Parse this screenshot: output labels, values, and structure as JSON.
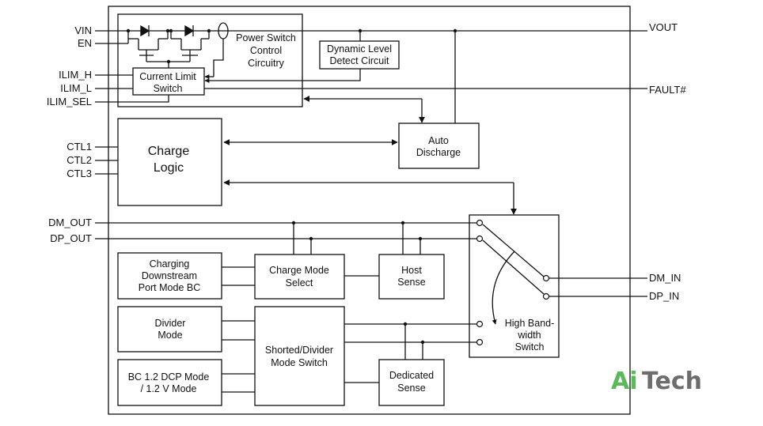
{
  "pins_left": {
    "vin": "VIN",
    "en": "EN",
    "ilim_h": "ILIM_H",
    "ilim_l": "ILIM_L",
    "ilim_sel": "ILIM_SEL",
    "ctl1": "CTL1",
    "ctl2": "CTL2",
    "ctl3": "CTL3",
    "dm_out": "DM_OUT",
    "dp_out": "DP_OUT"
  },
  "pins_right": {
    "vout": "VOUT",
    "fault": "FAULT#",
    "dm_in": "DM_IN",
    "dp_in": "DP_IN"
  },
  "blocks": {
    "power_switch": [
      "Power Switch",
      "Control",
      "Circuitry"
    ],
    "current_limit": [
      "Current Limit",
      "Switch"
    ],
    "dynamic_level": [
      "Dynamic Level",
      "Detect Circuit"
    ],
    "charge_logic": [
      "Charge",
      "Logic"
    ],
    "auto_discharge": [
      "Auto",
      "Discharge"
    ],
    "charging_downstream": [
      "Charging",
      "Downstream",
      "Port Mode BC"
    ],
    "charge_mode_select": [
      "Charge Mode",
      "Select"
    ],
    "host_sense": [
      "Host",
      "Sense"
    ],
    "divider_mode": [
      "Divider",
      "Mode"
    ],
    "shorted_divider": [
      "Shorted/Divider",
      "Mode Switch"
    ],
    "bc12_dcp": [
      "BC 1.2 DCP Mode",
      "/ 1.2 V Mode"
    ],
    "dedicated_sense": [
      "Dedicated",
      "Sense"
    ],
    "high_bandwidth": [
      "High Band-",
      "width",
      "Switch"
    ]
  },
  "logo": {
    "part1": "Ai",
    "part2": "Tech"
  },
  "colors": {
    "line": "#111111",
    "logo_green": "#5cb85c",
    "logo_gray": "#6d6d6d"
  }
}
